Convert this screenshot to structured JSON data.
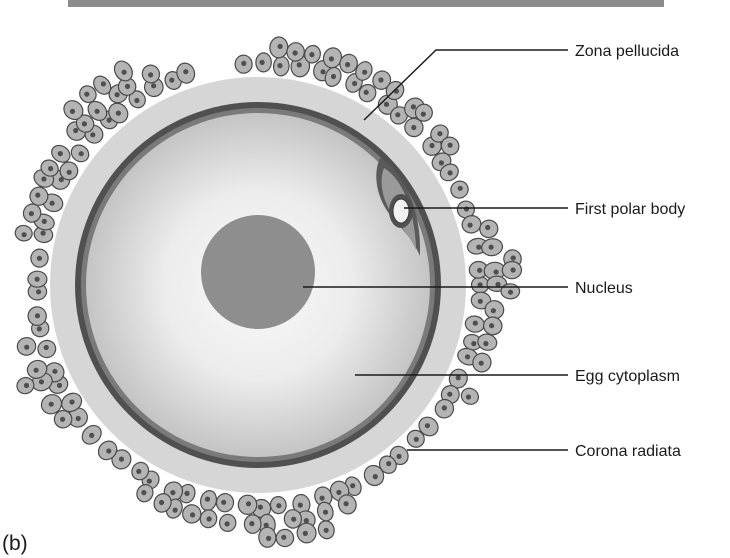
{
  "panel_label": "(b)",
  "labels": {
    "zona_pellucida": "Zona pellucida",
    "first_polar_body": "First polar body",
    "nucleus": "Nucleus",
    "egg_cytoplasm": "Egg cytoplasm",
    "corona_radiata": "Corona radiata"
  },
  "colors": {
    "top_bar": "#8c8c8c",
    "cell_fill": "#b4b4b4",
    "cell_stroke": "#4a4a4a",
    "cell_nucleus": "#4f4f4f",
    "zona": "#d6d6d6",
    "membrane": "#505050",
    "nucleus": "#8e8e8e",
    "cytoplasm_center": "#f9f9f9",
    "cytoplasm_edge": "#c4c4c4",
    "text": "#1a1a1a"
  }
}
